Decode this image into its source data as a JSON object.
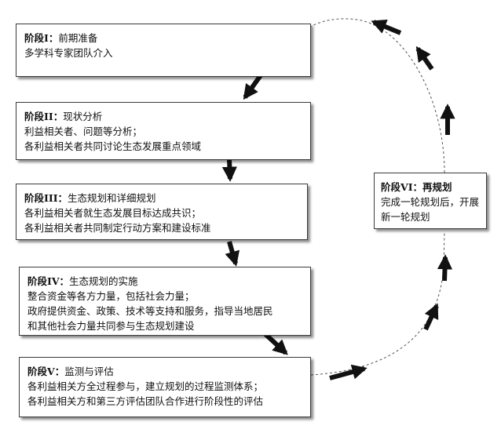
{
  "stages": [
    {
      "heading": "阶段I：",
      "name": "前期准备",
      "lines": [
        "多学科专家团队介入"
      ]
    },
    {
      "heading": "阶段II：",
      "name": "现状分析",
      "lines": [
        "利益相关者、问题等分析；",
        "各利益相关者共同讨论生态发展重点领域"
      ]
    },
    {
      "heading": "阶段III：",
      "name": "生态规划和详细规划",
      "lines": [
        "各利益相关者就生态发展目标达成共识；",
        "各利益相关者共同制定行动方案和建设标准"
      ]
    },
    {
      "heading": "阶段IV：",
      "name": "生态规划的实施",
      "lines": [
        "整合资金等各方力量，包括社会力量；",
        "政府提供资金、政策、技术等支持和服务，指导当地居民",
        "和其他社会力量共同参与生态规划建设"
      ]
    },
    {
      "heading": "阶段V：",
      "name": "监测与评估",
      "lines": [
        "各利益相关方全过程参与，建立规划的过程监测体系；",
        "各利益相关方和第三方评估团队合作进行阶段性的评估"
      ]
    },
    {
      "heading": "阶段VI：",
      "name": "再规划",
      "lines": [
        "完成一轮规划后，开展新一轮规划"
      ]
    }
  ],
  "colors": {
    "arrow": "#111111",
    "loop": "#555555",
    "border": "#3a3a3a"
  }
}
